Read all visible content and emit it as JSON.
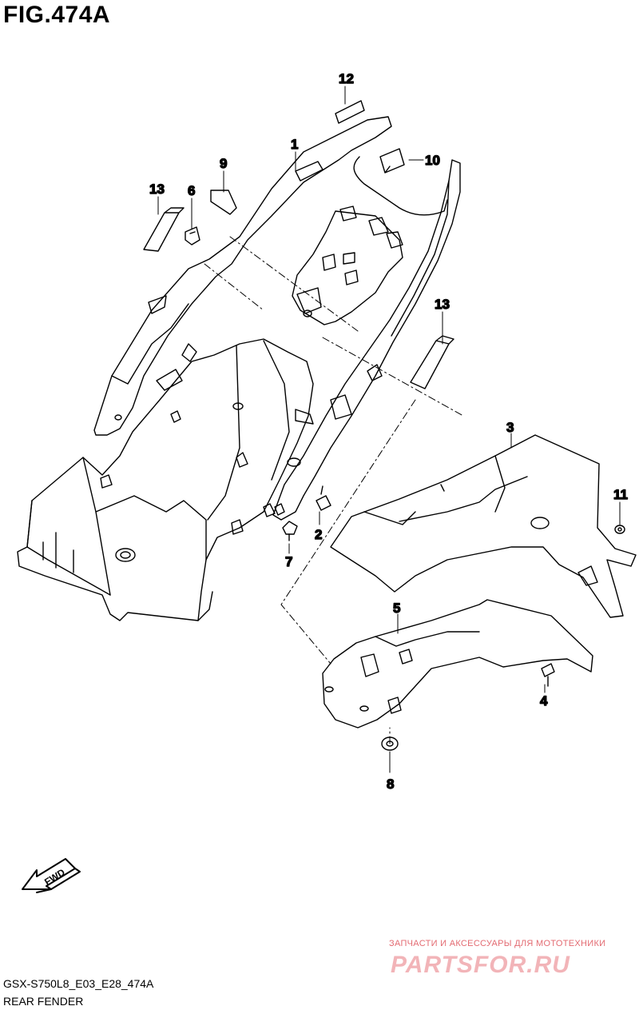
{
  "figure": {
    "title": "FIG.474A"
  },
  "callouts": [
    "1",
    "2",
    "3",
    "4",
    "5",
    "6",
    "7",
    "8",
    "9",
    "10",
    "11",
    "12",
    "13",
    "13"
  ],
  "fwd_arrow": {
    "label": "FWD"
  },
  "watermark": {
    "line1": "ЗАПЧАСТИ И АКСЕССУАРЫ ДЛЯ МОТОТЕХНИКИ",
    "logo": "PARTSFOR.RU"
  },
  "footer": {
    "model_code": "GSX-S750L8_E03_E28_474A",
    "section_name": "REAR FENDER"
  },
  "colors": {
    "line": "#000000",
    "background": "#ffffff",
    "watermark": "#e36b72",
    "watermark_logo": "#f2b4b8"
  }
}
